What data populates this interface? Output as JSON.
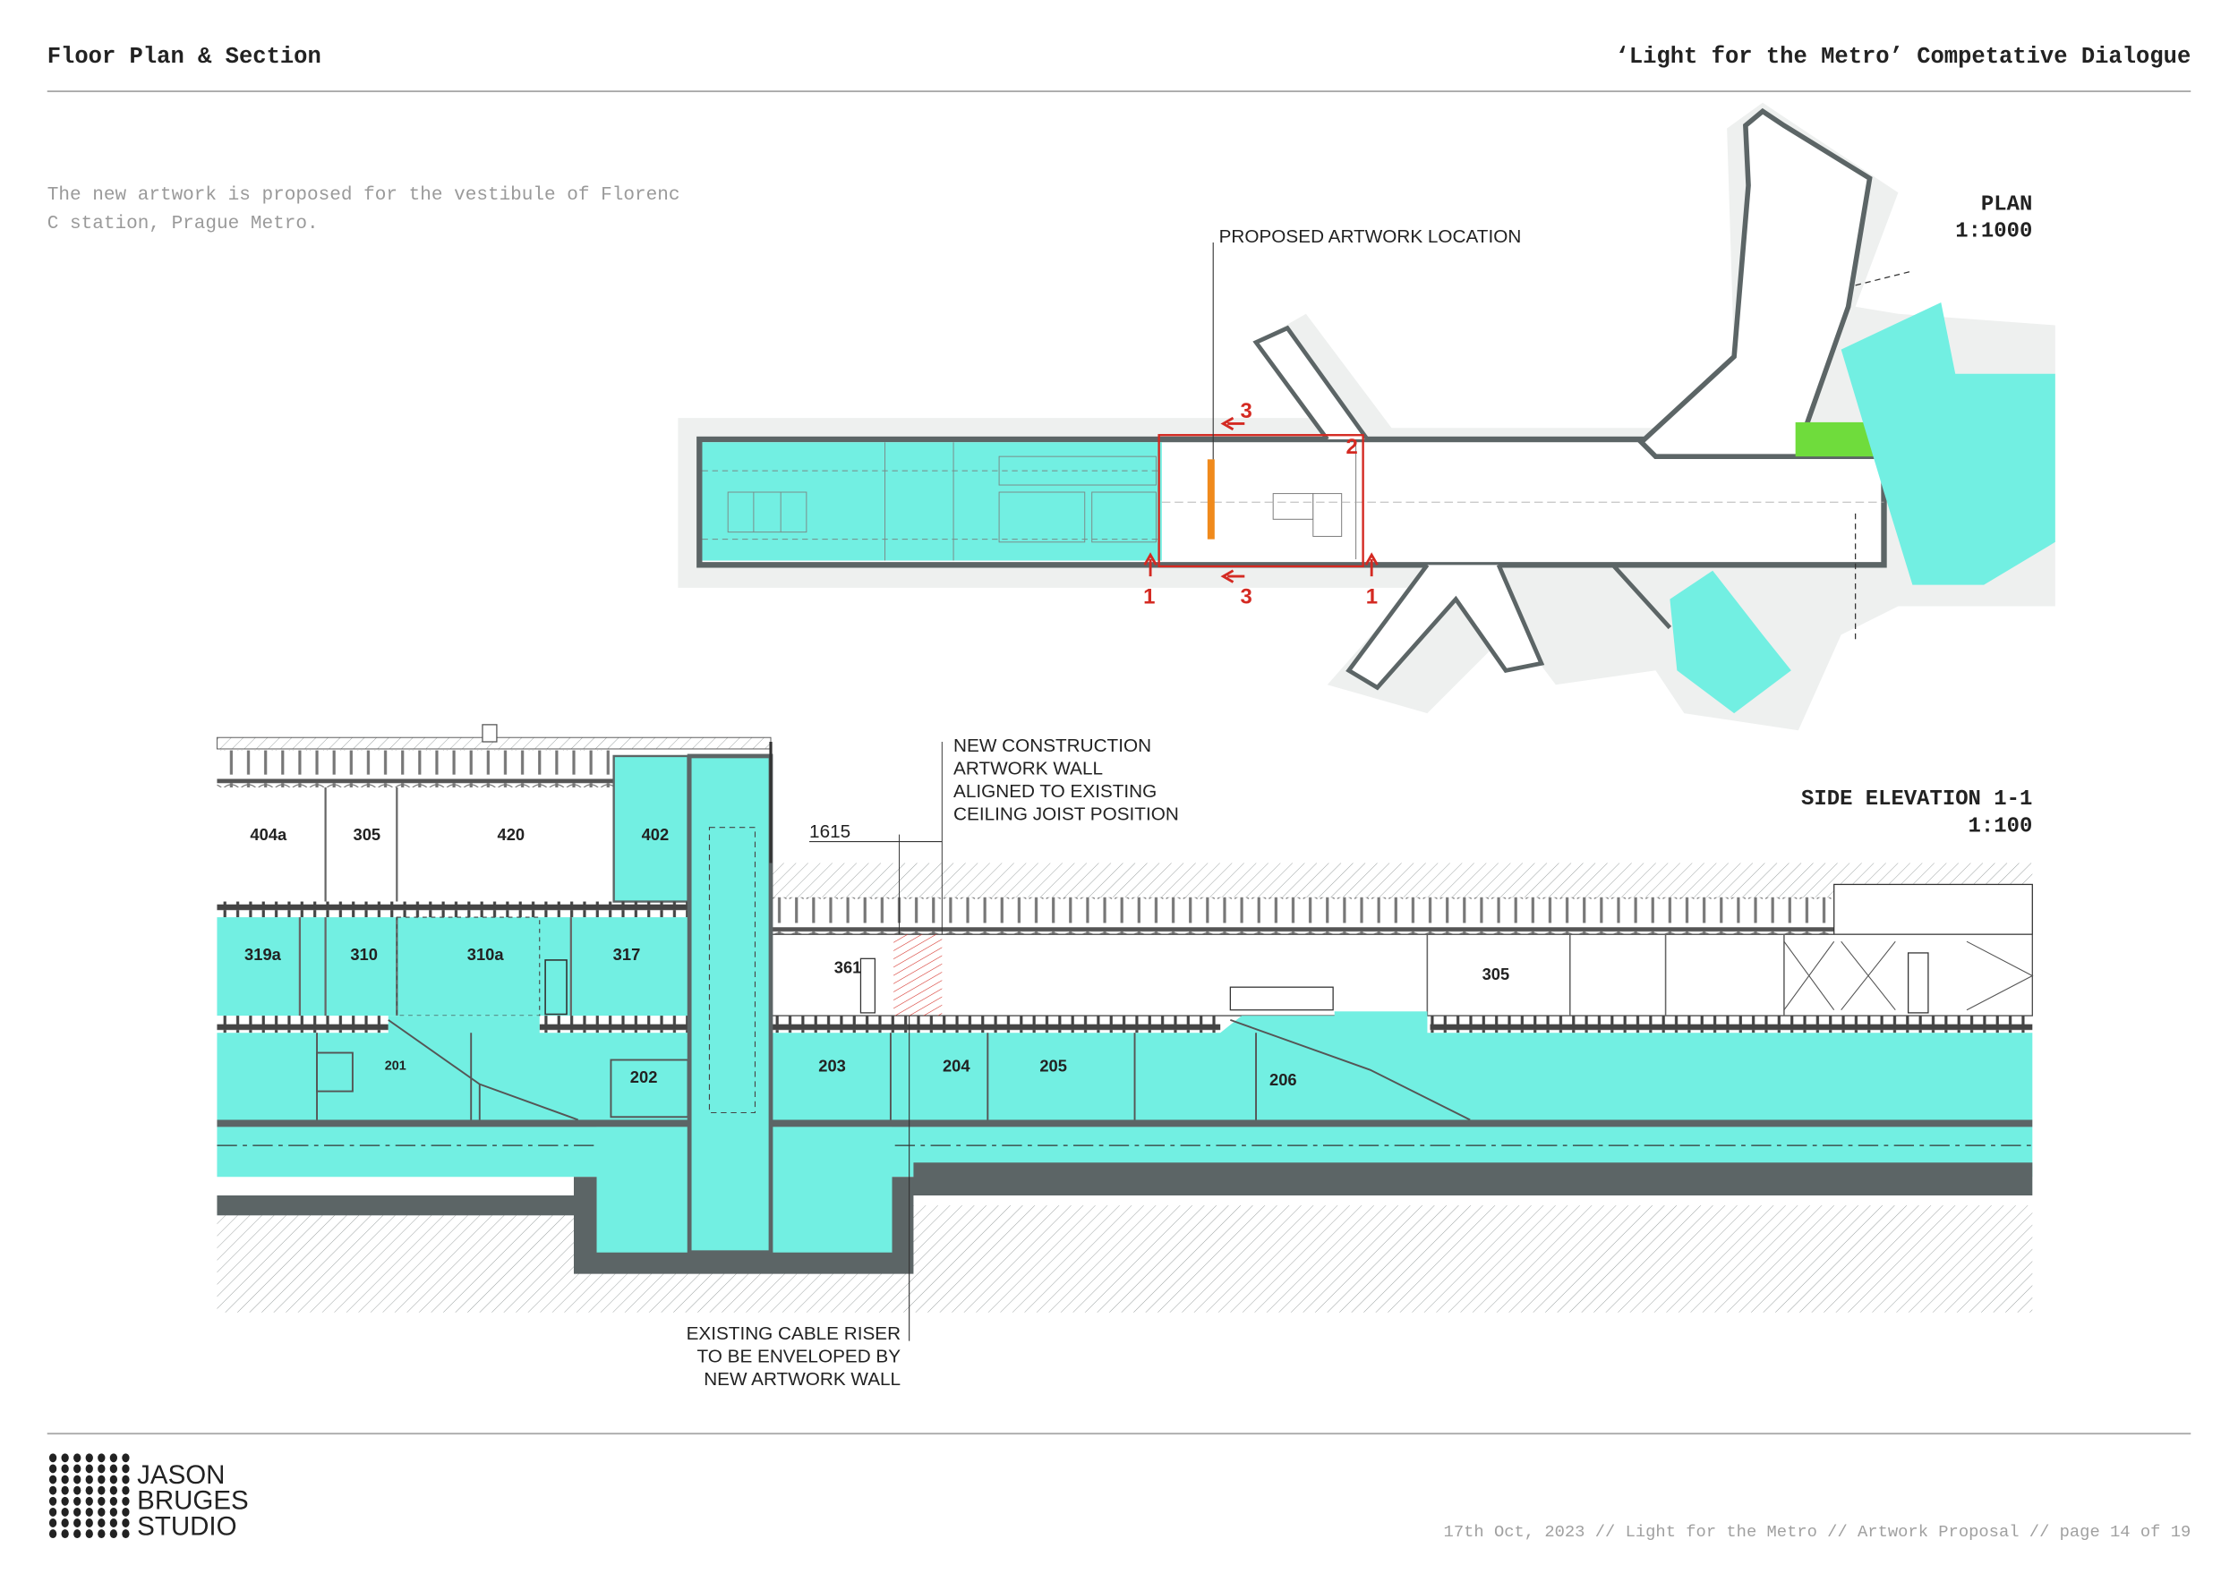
{
  "header": {
    "left_title": "Floor Plan & Section",
    "right_title": "‘Light for the Metro’ Competative Dialogue"
  },
  "intro": {
    "line1": "The new artwork is proposed for the vestibule of Florenc",
    "line2": "C station, Prague Metro."
  },
  "plan": {
    "title": "PLAN",
    "scale": "1:1000",
    "callout": "PROPOSED ARTWORK LOCATION",
    "markers": {
      "section_1_left": "1",
      "section_1_right": "1",
      "section_2": "2",
      "section_3_top": "3",
      "section_3_bottom": "3"
    }
  },
  "section": {
    "title": "SIDE ELEVATION 1-1",
    "scale": "1:100",
    "dimension": "1615",
    "note_new_wall": [
      "NEW CONSTRUCTION",
      "ARTWORK WALL",
      "ALIGNED TO EXISTING",
      "CEILING JOIST POSITION"
    ],
    "note_cable_riser": [
      "EXISTING CABLE RISER",
      "TO BE ENVELOPED BY",
      "NEW ARTWORK WALL"
    ],
    "rooms": {
      "r404a": "404a",
      "r305_top": "305",
      "r420": "420",
      "r402": "402",
      "r319a": "319a",
      "r310": "310",
      "r310a": "310a",
      "r317": "317",
      "r361": "361",
      "r305_mid": "305",
      "r201": "201",
      "r202": "202",
      "r203": "203",
      "r204": "204",
      "r205": "205",
      "r206": "206"
    }
  },
  "footer": {
    "text": "17th Oct, 2023 // Light for the Metro // Artwork Proposal // page 14 of 19",
    "logo": [
      "JASON",
      "BRUGES",
      "STUDIO"
    ]
  },
  "colors": {
    "teal": "#72efe2",
    "wall": "#5c6566",
    "artwork": "#f08a1c",
    "marker_red": "#d42a22",
    "green": "#6fdc3c"
  }
}
